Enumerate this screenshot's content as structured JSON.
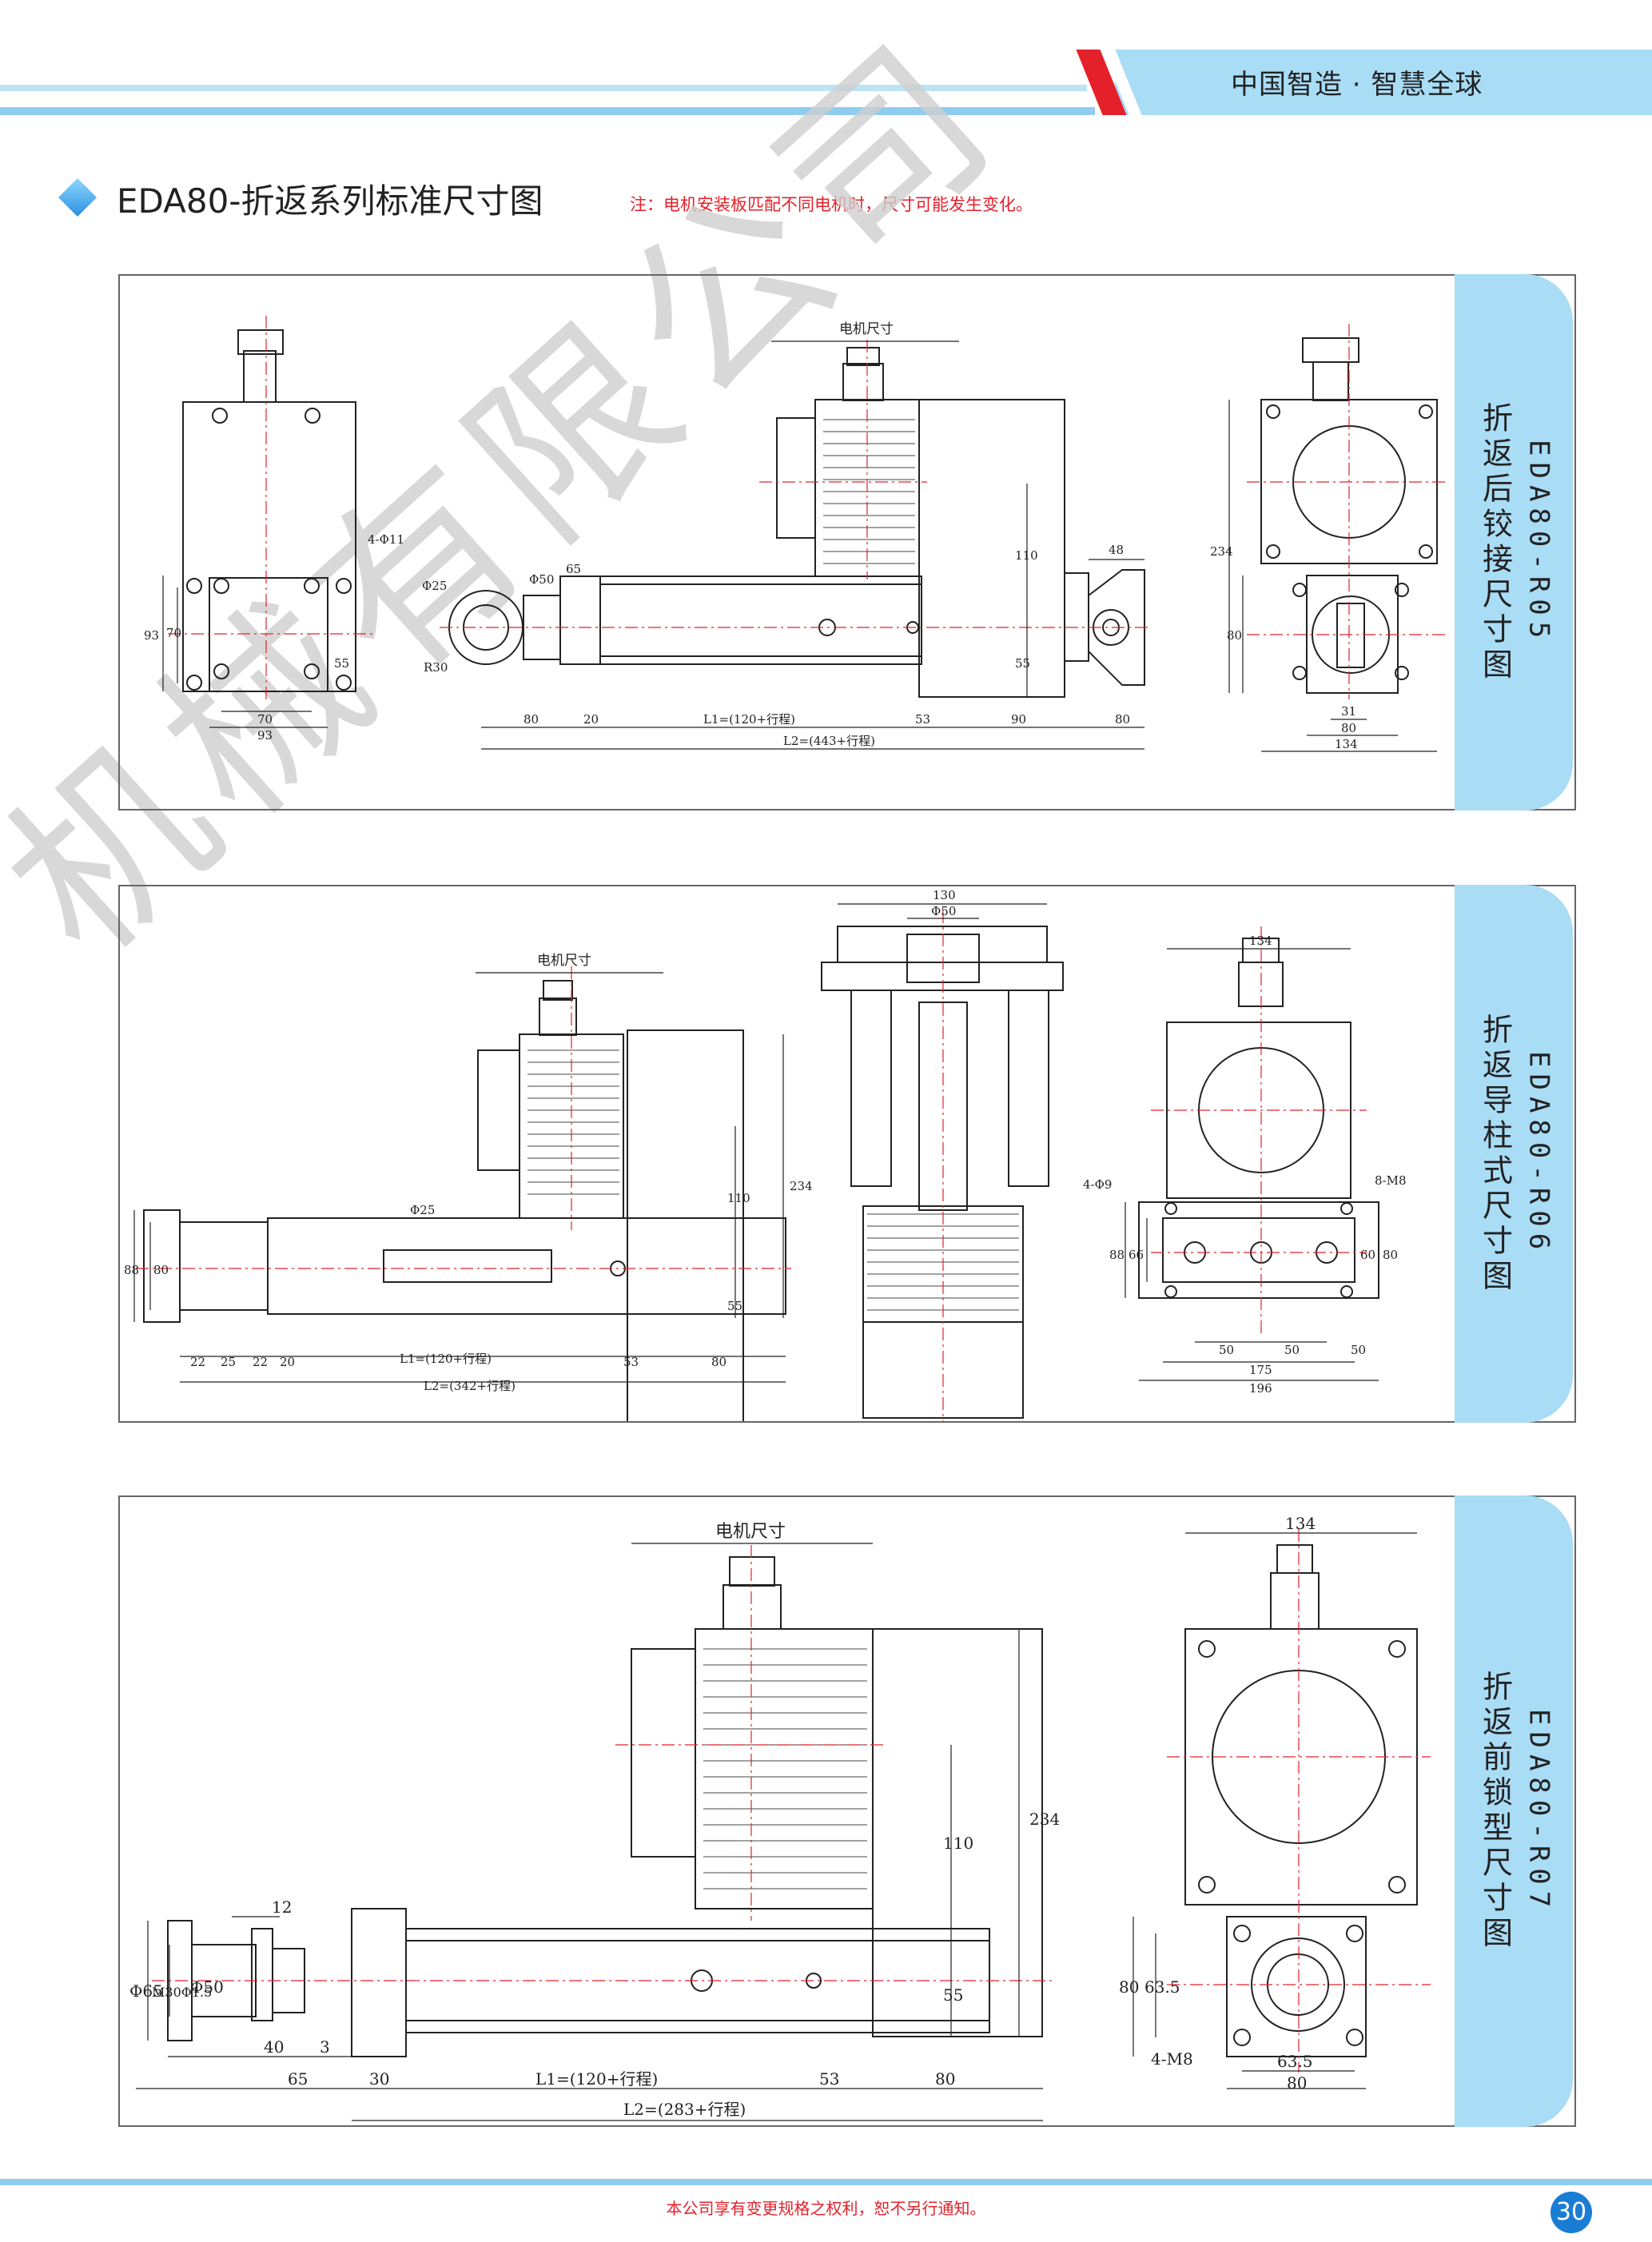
{
  "header": {
    "slogan": "中国智造 · 智慧全球"
  },
  "title": "EDA80-折返系列标准尺寸图",
  "note": "注：电机安装板匹配不同电机时，尺寸可能发生变化。",
  "watermark": "机械有限公司",
  "panels": [
    {
      "tab_title": "折返后铰接尺寸图",
      "tab_code": "EDA80-R05",
      "labels": {
        "motor": "电机尺寸",
        "d1": "4-Φ11",
        "d2": "Φ25",
        "d3": "R30",
        "d4": "Φ50",
        "d5": "65",
        "d6": "93",
        "d7": "70",
        "d8": "55",
        "d9": "70",
        "d10": "93",
        "d11": "80",
        "d12": "20",
        "d13": "L1=(120+行程)",
        "d14": "53",
        "d15": "90",
        "d16": "80",
        "d17": "L2=(443+行程)",
        "d18": "110",
        "d19": "55",
        "d20": "48",
        "d21": "234",
        "d22": "80",
        "d23": "31",
        "d24": "80",
        "d25": "134"
      }
    },
    {
      "tab_title": "折返导柱式尺寸图",
      "tab_code": "EDA80-R06",
      "labels": {
        "motor": "电机尺寸",
        "d1": "Φ25",
        "d2": "88",
        "d3": "80",
        "d4": "22",
        "d5": "25",
        "d6": "22",
        "d7": "20",
        "d8": "L1=(120+行程)",
        "d9": "53",
        "d10": "80",
        "d11": "L2=(342+行程)",
        "d12": "110",
        "d13": "55",
        "d14": "234",
        "d15": "130",
        "d16": "Φ50",
        "d17": "134",
        "d18": "4-Φ9",
        "d19": "8-M8",
        "d20": "88",
        "d21": "66",
        "d22": "80",
        "d23": "60",
        "d24": "50",
        "d25": "50",
        "d26": "50",
        "d27": "175",
        "d28": "196"
      }
    },
    {
      "tab_title": "折返前锁型尺寸图",
      "tab_code": "EDA80-R07",
      "labels": {
        "motor": "电机尺寸",
        "d1": "12",
        "d2": "Φ65",
        "d3": "Φ50",
        "d4": "M30Φ1.5",
        "d5": "40",
        "d6": "3",
        "d7": "65",
        "d8": "30",
        "d9": "L1=(120+行程)",
        "d10": "53",
        "d11": "80",
        "d12": "L2=(283+行程)",
        "d13": "110",
        "d14": "55",
        "d15": "234",
        "d16": "134",
        "d17": "80",
        "d18": "63.5",
        "d19": "63.5",
        "d20": "80",
        "d21": "4-M8"
      }
    }
  ],
  "footer": {
    "notice": "本公司享有变更规格之权利，恕不另行通知。",
    "page": "30"
  },
  "colors": {
    "accent": "#a9dcf5",
    "line_blue": "#8fcdf0",
    "red": "#e4212b",
    "page_badge": "#1a7dd4"
  }
}
